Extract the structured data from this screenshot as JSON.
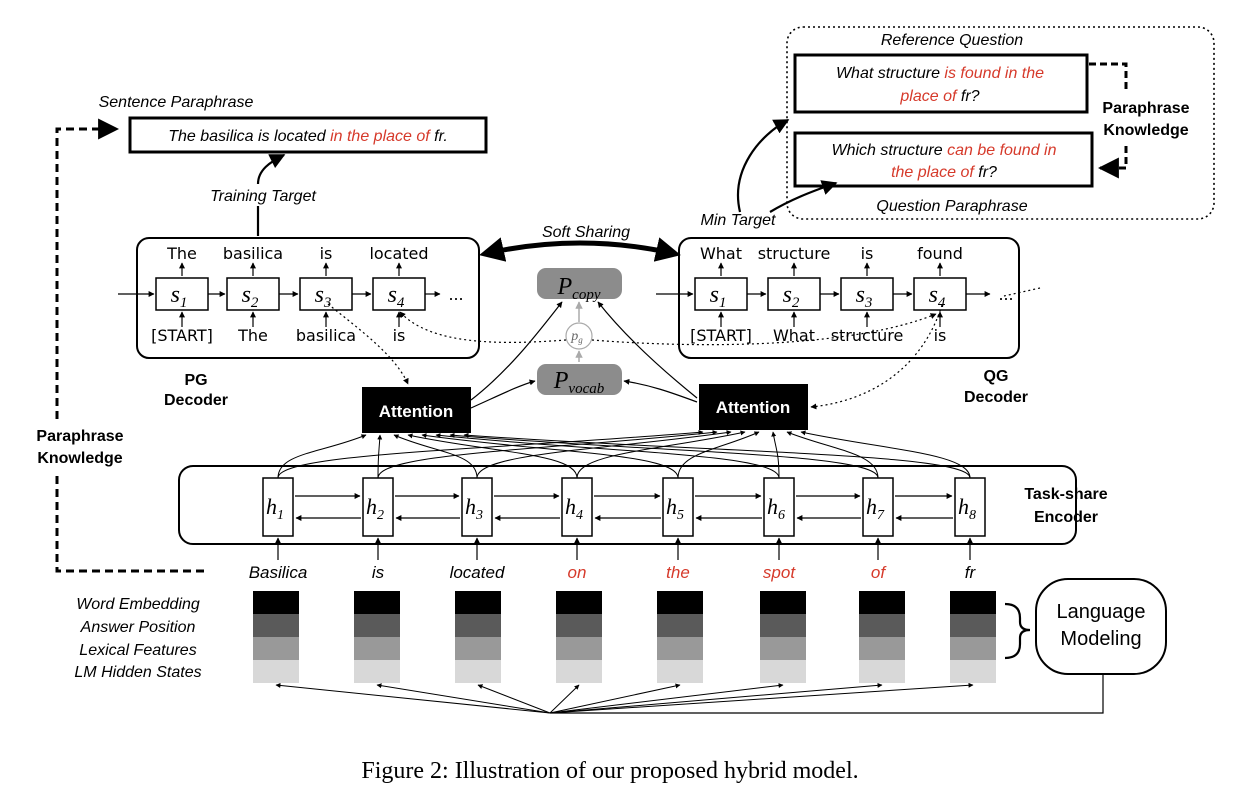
{
  "colors": {
    "accent_red": "#d63a2b",
    "black": "#000000",
    "gray_box": "#8c8c8c"
  },
  "sentence_paraphrase": {
    "label": "Sentence Paraphrase",
    "part1": "The basilica is located",
    "part2_red": "in the place of",
    "part3": "fr."
  },
  "reference_question": {
    "label": "Reference Question",
    "line1_a": "What structure",
    "line1_b_red": "is found in the",
    "line2_red": "place of",
    "line2_b": "fr?"
  },
  "question_paraphrase": {
    "label": "Question Paraphrase",
    "line1_a": "Which structure",
    "line1_b_red": "can be found in",
    "line2_red": "the place of",
    "line2_b": "fr?"
  },
  "paraphrase_knowledge_right": [
    "Paraphrase",
    "Knowledge"
  ],
  "paraphrase_knowledge_left": [
    "Paraphrase",
    "Knowledge"
  ],
  "training_target": "Training Target",
  "min_target": "Min Target",
  "soft_sharing": "Soft Sharing",
  "pg_decoder": {
    "label": [
      "PG",
      "Decoder"
    ],
    "outputs": [
      "The",
      "basilica",
      "is",
      "located"
    ],
    "inputs": [
      "[START]",
      "The",
      "basilica",
      "is"
    ],
    "states": [
      "1",
      "2",
      "3",
      "4"
    ],
    "ellipsis": "..."
  },
  "qg_decoder": {
    "label": [
      "QG",
      "Decoder"
    ],
    "outputs": [
      "What",
      "structure",
      "is",
      "found"
    ],
    "inputs": [
      "[START]",
      "What",
      "structure",
      "is"
    ],
    "states": [
      "1",
      "2",
      "3",
      "4"
    ],
    "ellipsis": "..."
  },
  "p_copy": {
    "base": "P",
    "sub": "copy"
  },
  "p_vocab": {
    "base": "P",
    "sub": "vocab"
  },
  "p_g": {
    "base": "p",
    "sub": "g"
  },
  "attention_label": "Attention",
  "encoder": {
    "label": [
      "Task-share",
      "Encoder"
    ],
    "hidden": [
      "1",
      "2",
      "3",
      "4",
      "5",
      "6",
      "7",
      "8"
    ],
    "words": [
      "Basilica",
      "is",
      "located",
      "on",
      "the",
      "spot",
      "of",
      "fr"
    ],
    "words_red": [
      false,
      false,
      false,
      true,
      true,
      true,
      true,
      false
    ]
  },
  "features": [
    "Word Embedding",
    "Answer Position",
    "Lexical Features",
    "LM Hidden States"
  ],
  "language_modeling": [
    "Language",
    "Modeling"
  ],
  "caption": "Figure 2: Illustration of our proposed hybrid model."
}
